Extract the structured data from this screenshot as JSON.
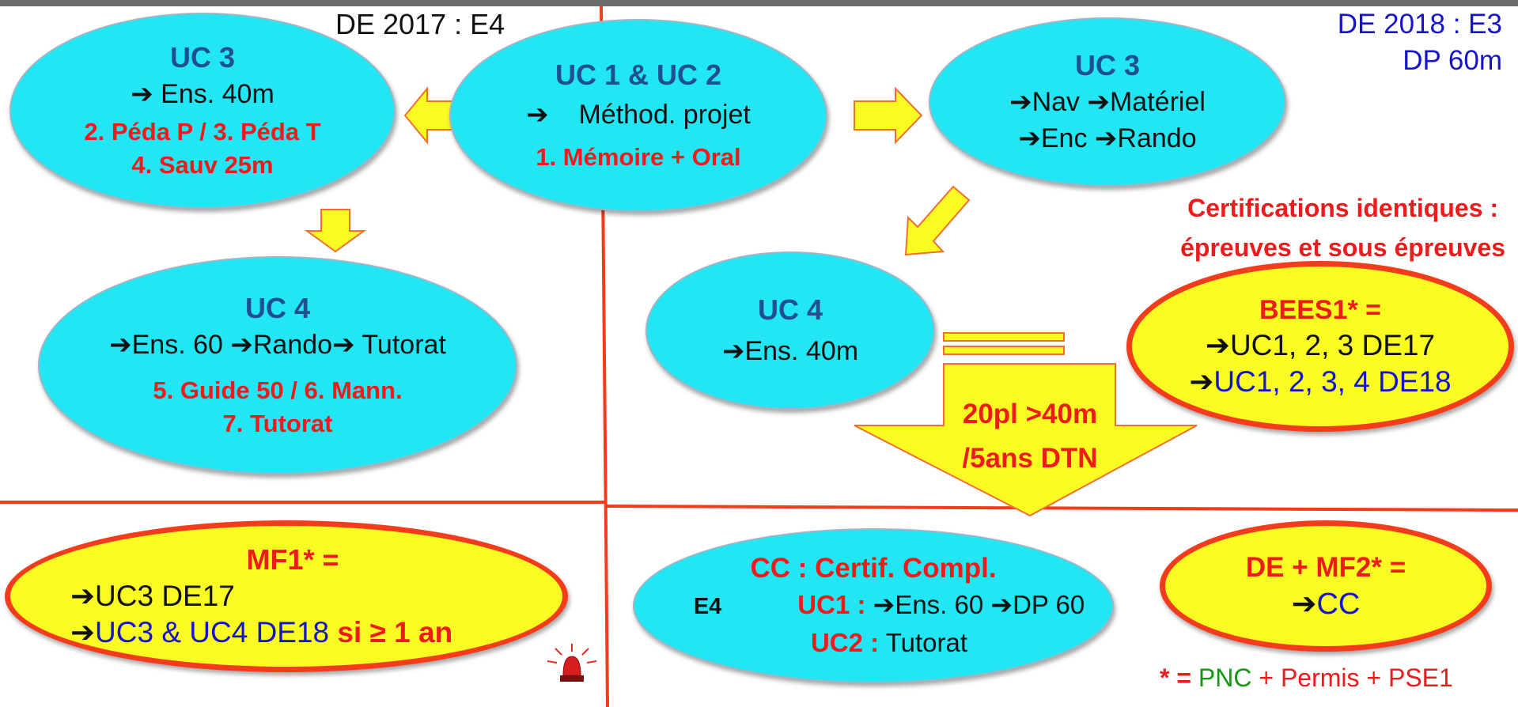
{
  "top_left_label": "DE 2017 : E4",
  "top_right_label": [
    "DE 2018 : E3",
    "DP 60m"
  ],
  "uc3_left": {
    "title": "UC 3",
    "arrow": "➔",
    "line1": "Ens. 40m",
    "line2": "2. Péda P / 3. Péda T",
    "line3": "4. Sauv 25m"
  },
  "uc12": {
    "title": "UC 1 & UC 2",
    "arrow": "➔",
    "line1": "Méthod. projet",
    "line2": "1. Mémoire + Oral"
  },
  "uc3_right": {
    "title": "UC 3",
    "arrow": "➔",
    "a": "Nav",
    "b": "Matériel",
    "c": "Enc",
    "d": "Rando"
  },
  "uc4_left": {
    "title": "UC 4",
    "arrow": "➔",
    "a": "Ens. 60",
    "b": "Rando",
    "c": "Tutorat",
    "line2": "5. Guide 50 / 6. Mann.",
    "line3": "7. Tutorat"
  },
  "uc4_right": {
    "title": "UC 4",
    "arrow": "➔",
    "line1": "Ens. 40m"
  },
  "cert_note": [
    "Certifications identiques :",
    "épreuves et sous épreuves"
  ],
  "bees": {
    "title": "BEES1* =",
    "arrow": "➔",
    "line1": "UC1, 2, 3  DE17",
    "line2": "UC1, 2, 3, 4 DE18"
  },
  "big_arrow": [
    "20pl >40m",
    "/5ans DTN"
  ],
  "mf1": {
    "title": "MF1* =",
    "arrow": "➔",
    "line1": "UC3 DE17",
    "line2_blue": "UC3 & UC4 DE18",
    "line2_red": "si ≥ 1 an"
  },
  "cc": {
    "title": "CC : Certif. Compl.",
    "e4": "E4",
    "uc1_label": "UC1 :",
    "arrow": "➔",
    "uc1_a": "Ens. 60",
    "uc1_b": "DP 60",
    "uc2_label": "UC2 :",
    "uc2_text": "Tutorat"
  },
  "de_mf2": {
    "title": "DE + MF2* =",
    "arrow": "➔",
    "line1": "CC"
  },
  "footnote": {
    "star": "* =",
    "pnc": "PNC",
    "rest": "+ Permis + PSE1"
  },
  "colors": {
    "cyan": "#22e6f3",
    "yellow": "#fbfb24",
    "red": "#ee1b1b",
    "blue": "#1414cc",
    "title_blue": "#1f4f8e",
    "green": "#119911"
  },
  "icons": [
    "siren-icon"
  ]
}
